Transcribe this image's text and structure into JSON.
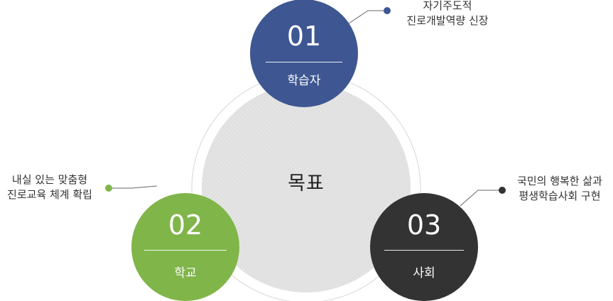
{
  "center": {
    "label": "목표"
  },
  "nodes": [
    {
      "number": "01",
      "label": "학습자",
      "color": "#3e5792",
      "desc": [
        "자기주도적",
        "진로개발역량 신장"
      ]
    },
    {
      "number": "02",
      "label": "학교",
      "color": "#80b54a",
      "desc": [
        "내실 있는 맞춤형",
        "진로교육 체계 확립"
      ]
    },
    {
      "number": "03",
      "label": "사회",
      "color": "#333333",
      "desc": [
        "국민의 행복한 삶과",
        "평생학습사회 구현"
      ]
    }
  ]
}
